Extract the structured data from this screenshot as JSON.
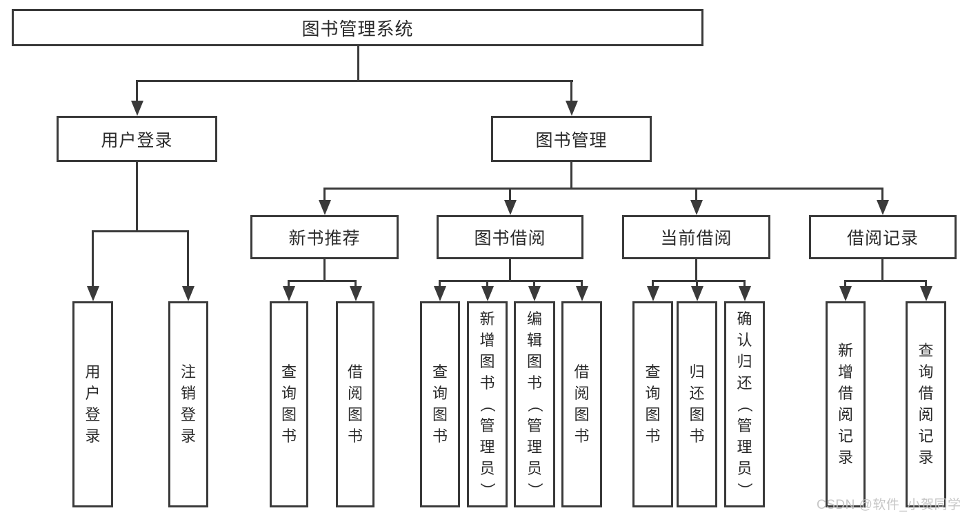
{
  "diagram": {
    "root": "图书管理系统",
    "level2": [
      "用户登录",
      "图书管理"
    ],
    "level3": [
      "新书推荐",
      "图书借阅",
      "当前借阅",
      "借阅记录"
    ],
    "user_login_children": [
      "用户登录",
      "注销登录"
    ],
    "new_book_children": [
      "查询图书",
      "借阅图书"
    ],
    "book_borrow_children": [
      "查询图书",
      "新增图书（管理员）",
      "编辑图书（管理员）",
      "借阅图书"
    ],
    "current_borrow_children": [
      "查询图书",
      "归还图书",
      "确认归还（管理员）"
    ],
    "borrow_record_children": [
      "新增借阅记录",
      "查询借阅记录"
    ],
    "watermark": {
      "text": "CSDN @软件_小贺同学"
    },
    "colors": {
      "line": "#3a3a3a",
      "text": "#2a2a2a",
      "background": "#ffffff",
      "watermark": "#c2c2c2"
    }
  }
}
